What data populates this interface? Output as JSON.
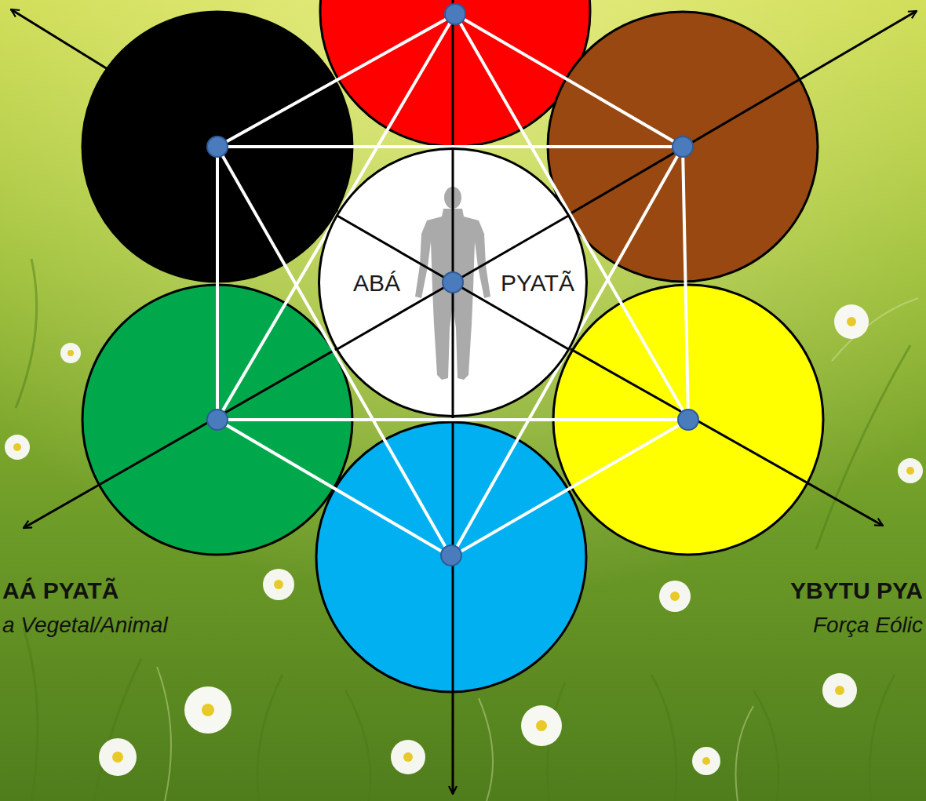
{
  "diagram": {
    "nodes": [
      {
        "text": [
          "ABÁ",
          "PYATÃ"
        ]
      }
    ],
    "labels": [
      "AÁ PYATÃ",
      "a Vegetal/Animal",
      "YBYTU PYA",
      "Força Eólic"
    ]
  }
}
